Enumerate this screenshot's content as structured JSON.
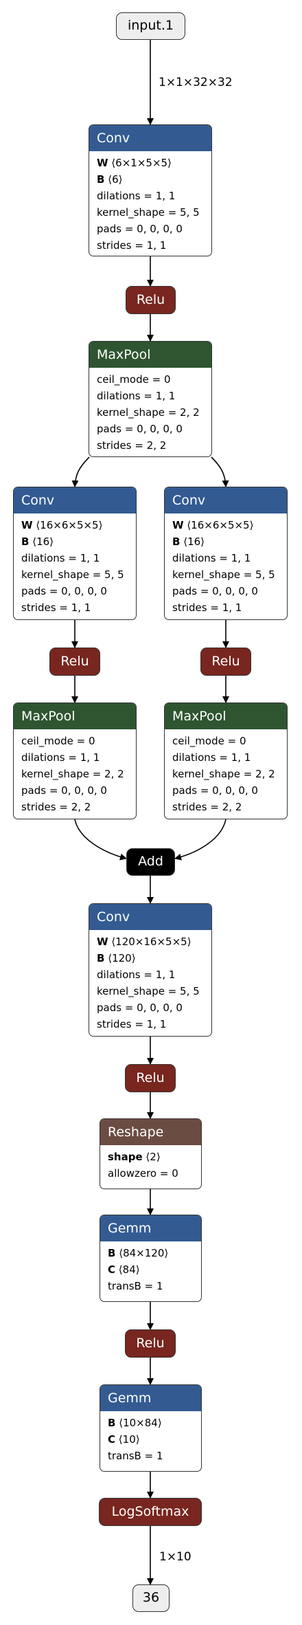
{
  "graph": {
    "input_label": "input.1",
    "input_shape": "1×1×32×32",
    "conv1": {
      "title": "Conv",
      "w_name": "W",
      "w_shape": "⟨6×1×5×5⟩",
      "b_name": "B",
      "b_shape": "⟨6⟩",
      "attrs": [
        "dilations = 1, 1",
        "kernel_shape = 5, 5",
        "pads = 0, 0, 0, 0",
        "strides = 1, 1"
      ]
    },
    "relu1": "Relu",
    "pool1": {
      "title": "MaxPool",
      "attrs": [
        "ceil_mode = 0",
        "dilations = 1, 1",
        "kernel_shape = 2, 2",
        "pads = 0, 0, 0, 0",
        "strides = 2, 2"
      ]
    },
    "conv2a": {
      "title": "Conv",
      "w_name": "W",
      "w_shape": "⟨16×6×5×5⟩",
      "b_name": "B",
      "b_shape": "⟨16⟩",
      "attrs": [
        "dilations = 1, 1",
        "kernel_shape = 5, 5",
        "pads = 0, 0, 0, 0",
        "strides = 1, 1"
      ]
    },
    "conv2b": {
      "title": "Conv",
      "w_name": "W",
      "w_shape": "⟨16×6×5×5⟩",
      "b_name": "B",
      "b_shape": "⟨16⟩",
      "attrs": [
        "dilations = 1, 1",
        "kernel_shape = 5, 5",
        "pads = 0, 0, 0, 0",
        "strides = 1, 1"
      ]
    },
    "relu2a": "Relu",
    "relu2b": "Relu",
    "pool2a": {
      "title": "MaxPool",
      "attrs": [
        "ceil_mode = 0",
        "dilations = 1, 1",
        "kernel_shape = 2, 2",
        "pads = 0, 0, 0, 0",
        "strides = 2, 2"
      ]
    },
    "pool2b": {
      "title": "MaxPool",
      "attrs": [
        "ceil_mode = 0",
        "dilations = 1, 1",
        "kernel_shape = 2, 2",
        "pads = 0, 0, 0, 0",
        "strides = 2, 2"
      ]
    },
    "add": "Add",
    "conv3": {
      "title": "Conv",
      "w_name": "W",
      "w_shape": "⟨120×16×5×5⟩",
      "b_name": "B",
      "b_shape": "⟨120⟩",
      "attrs": [
        "dilations = 1, 1",
        "kernel_shape = 5, 5",
        "pads = 0, 0, 0, 0",
        "strides = 1, 1"
      ]
    },
    "relu3": "Relu",
    "reshape": {
      "title": "Reshape",
      "shape_name": "shape",
      "shape_val": "⟨2⟩",
      "attrs": [
        "allowzero = 0"
      ]
    },
    "gemm1": {
      "title": "Gemm",
      "b_name": "B",
      "b_shape": "⟨84×120⟩",
      "c_name": "C",
      "c_shape": "⟨84⟩",
      "attrs": [
        "transB = 1"
      ]
    },
    "relu4": "Relu",
    "gemm2": {
      "title": "Gemm",
      "b_name": "B",
      "b_shape": "⟨10×84⟩",
      "c_name": "C",
      "c_shape": "⟨10⟩",
      "attrs": [
        "transB = 1"
      ]
    },
    "logsoftmax": "LogSoftmax",
    "output_shape": "1×10",
    "output_label": "36"
  },
  "colors": {
    "conv_header": "#335b92",
    "maxpool_header": "#2e5530",
    "relu": "#78261f",
    "reshape_header": "#6b4c43",
    "add": "#000000",
    "io_fill": "#eeeeee"
  }
}
